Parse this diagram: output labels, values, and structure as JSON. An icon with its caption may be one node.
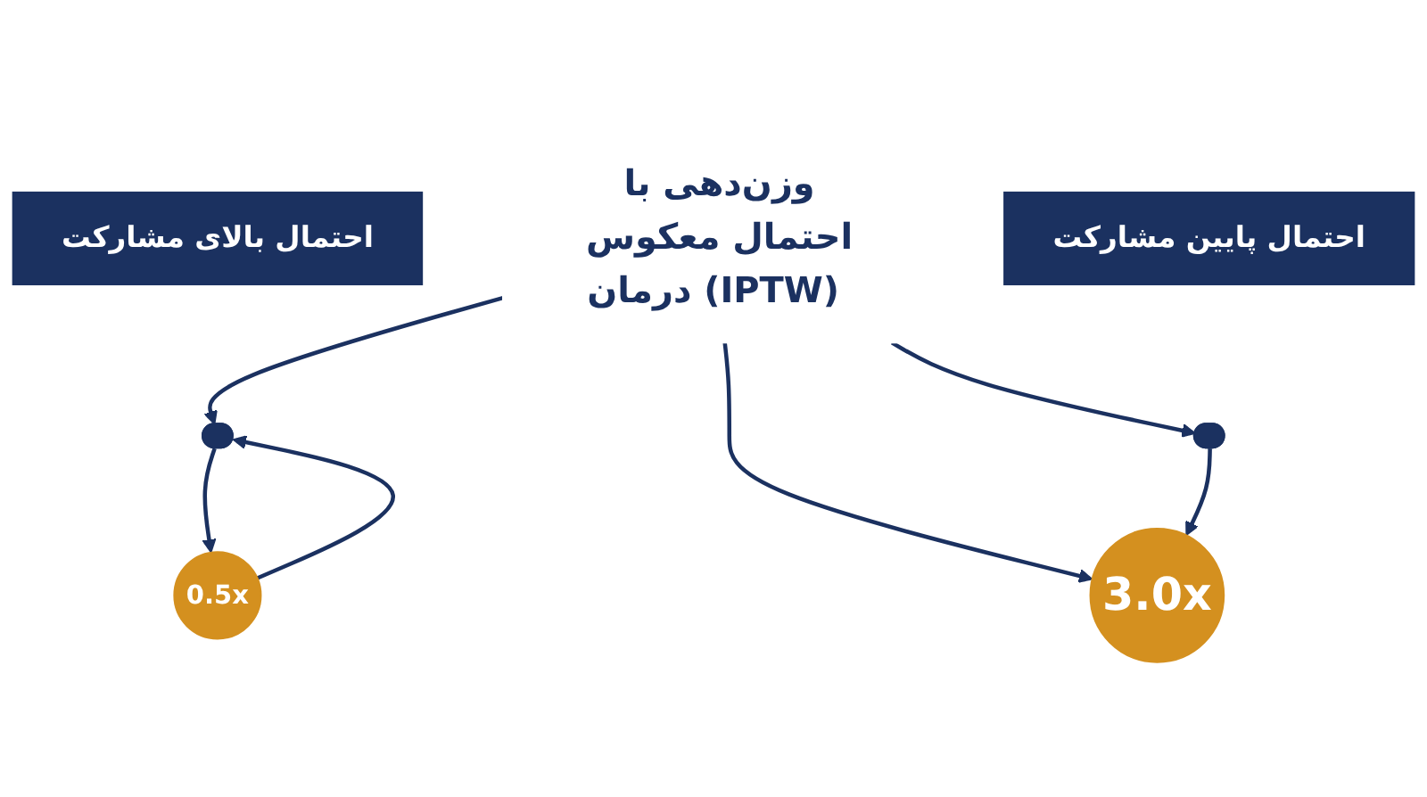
{
  "diagram": {
    "nodes": [
      {
        "text": [
          "احتمال بالای مشارکت"
        ]
      },
      {
        "text": [
          "احتمال پایین مشارکت"
        ]
      },
      {
        "text": [],
        "shape": "person"
      },
      {
        "text": [
          "وزن‌دهی با احتمال معکوس درمان (IPTW)"
        ]
      },
      {
        "text": [],
        "shape": "person"
      },
      {
        "text": [
          "0.5x"
        ]
      },
      {
        "text": [
          "3.0x"
        ]
      }
    ],
    "edges": [
      {
        "from": 3,
        "to": 2,
        "arrow": "to"
      },
      {
        "from": 5,
        "to": 2,
        "arrow": "to"
      },
      {
        "from": 3,
        "to": 4,
        "arrow": "to"
      },
      {
        "from": 3,
        "to": 6,
        "arrow": "to"
      },
      {
        "from": 2,
        "to": 5,
        "arrow": "to"
      },
      {
        "from": 4,
        "to": 6,
        "arrow": "to"
      }
    ]
  }
}
